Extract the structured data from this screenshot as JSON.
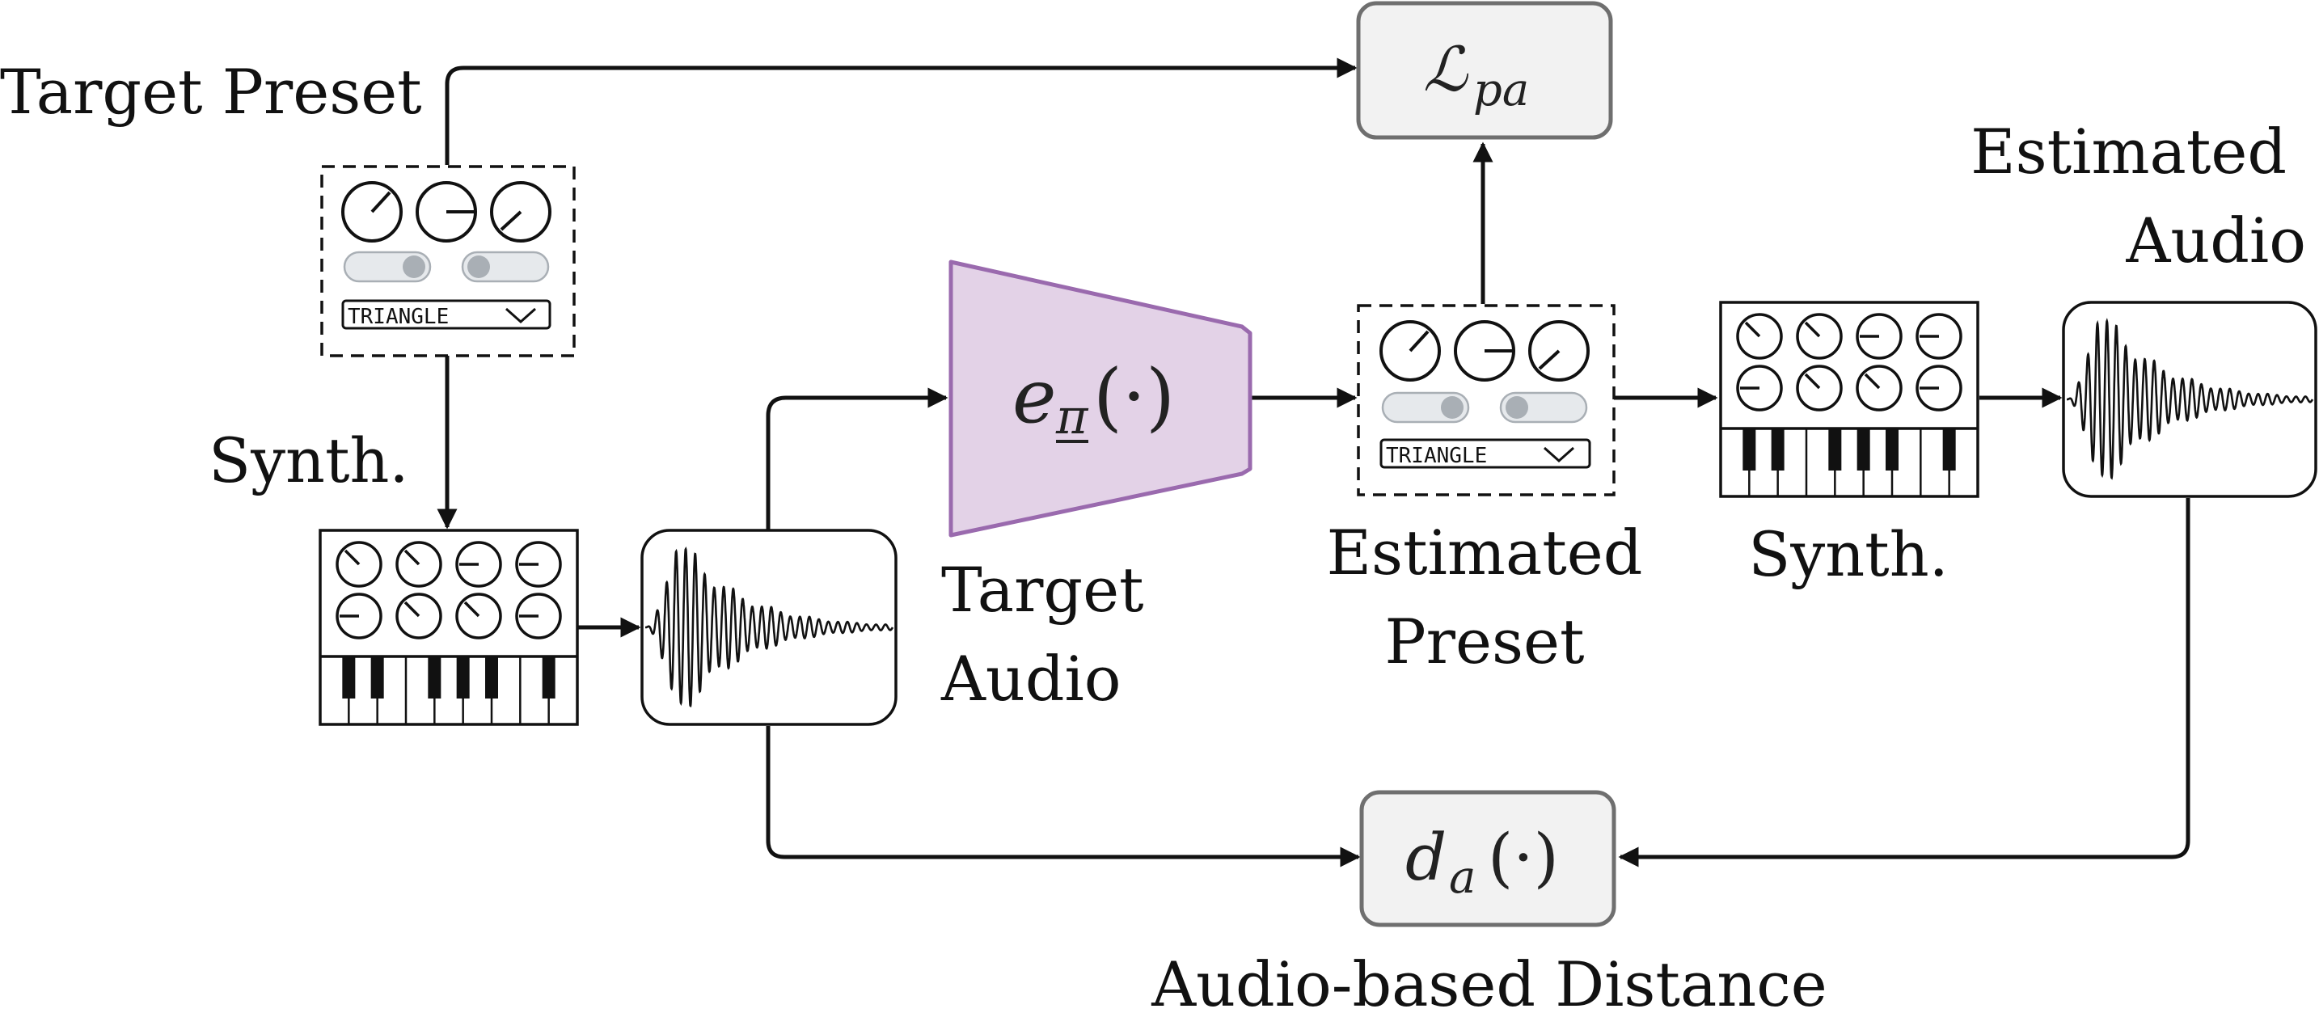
{
  "labels": {
    "target_preset": "Target Preset",
    "synth_left": "Synth.",
    "target_audio_line1": "Target",
    "target_audio_line2": "Audio",
    "estimated_preset_line1": "Estimated",
    "estimated_preset_line2": "Preset",
    "synth_right": "Synth.",
    "estimated_audio_line1": "Estimated",
    "estimated_audio_line2": "Audio",
    "audio_distance": "Audio-based Distance"
  },
  "math": {
    "loss_symbol": "ℒ",
    "loss_subscript": "pa",
    "encoder_symbol": "e",
    "encoder_subscript": "π",
    "encoder_args": "(·)",
    "distance_symbol": "d",
    "distance_subscript": "a",
    "distance_args": "(·)"
  },
  "preset_panels": {
    "dropdown_value": "TRIANGLE"
  },
  "icons": {
    "knob": "knob-icon",
    "toggle": "toggle-switch-icon",
    "chevron": "chevron-down-icon",
    "synth": "synthesizer-icon",
    "waveform": "waveform-icon"
  },
  "colors": {
    "encoder_fill": "#e3d2e7",
    "encoder_stroke": "#9a6aae",
    "box_fill": "#f2f2f2",
    "box_stroke": "#6f6f6f",
    "toggle_fill": "#e6e9ec",
    "toggle_knob": "#a9afb5"
  }
}
